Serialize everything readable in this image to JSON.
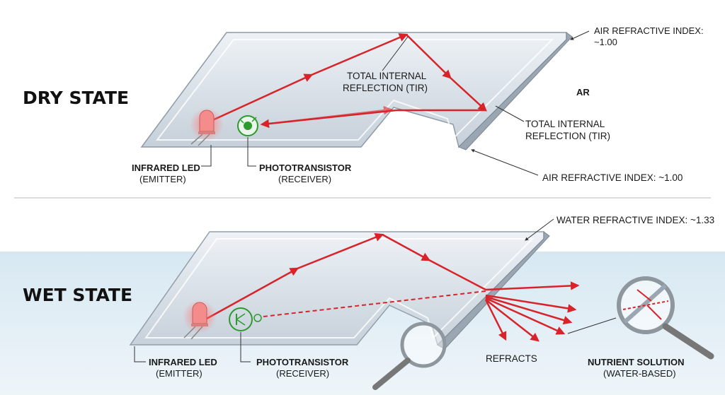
{
  "dry": {
    "state_title": "DRY STATE",
    "air_index_top_line1": "AIR REFRACTIVE INDEX:",
    "air_index_top_line2": "~1.00",
    "tir_inner_line1": "TOTAL INTERNAL",
    "tir_inner_line2": "REFLECTION (TIR)",
    "air_short": "AR",
    "tir_outer_line1": "TOTAL INTERNAL",
    "tir_outer_line2": "REFLECTION (TIR)",
    "air_index_bottom": "AIR REFRACTIVE INDEX: ~1.00",
    "led_line1": "INFRARED LED",
    "led_line2": "(EMITTER)",
    "photo_line1": "PHOTOTRANSISTOR",
    "photo_line2": "(RECEIVER)"
  },
  "wet": {
    "state_title": "WET STATE",
    "water_index": "WATER REFRACTIVE INDEX: ~1.33",
    "led_line1": "INFRARED LED",
    "led_line2": "(EMITTER)",
    "photo_line1": "PHOTOTRANSISTOR",
    "photo_line2": "(RECEIVER)",
    "refracts": "REFRACTS",
    "nutrient_line1": "NUTRIENT SOLUTION",
    "nutrient_line2": "(WATER-BASED)"
  },
  "colors": {
    "beam": "#d8232a",
    "prism": "#c9d3dc",
    "water": "#dcebf4",
    "receiver": "#2c9a2c"
  },
  "icons": [
    "led-icon",
    "phototransistor-icon",
    "magnifier-icon"
  ]
}
